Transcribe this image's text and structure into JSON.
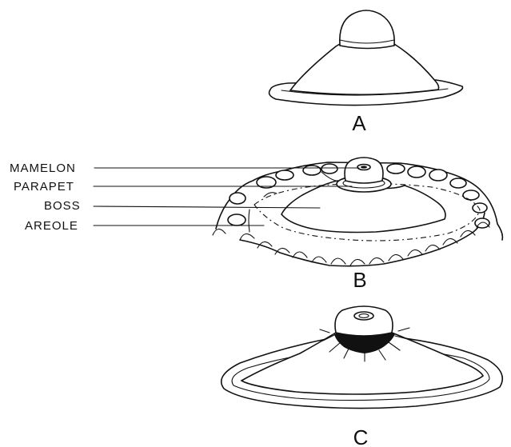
{
  "figures": [
    {
      "id": "A",
      "letter": "A"
    },
    {
      "id": "B",
      "letter": "B"
    },
    {
      "id": "C",
      "letter": "C"
    }
  ],
  "labels": [
    {
      "text": "MAMELON"
    },
    {
      "text": "PARAPET"
    },
    {
      "text": "BOSS"
    },
    {
      "text": "AREOLE"
    }
  ]
}
